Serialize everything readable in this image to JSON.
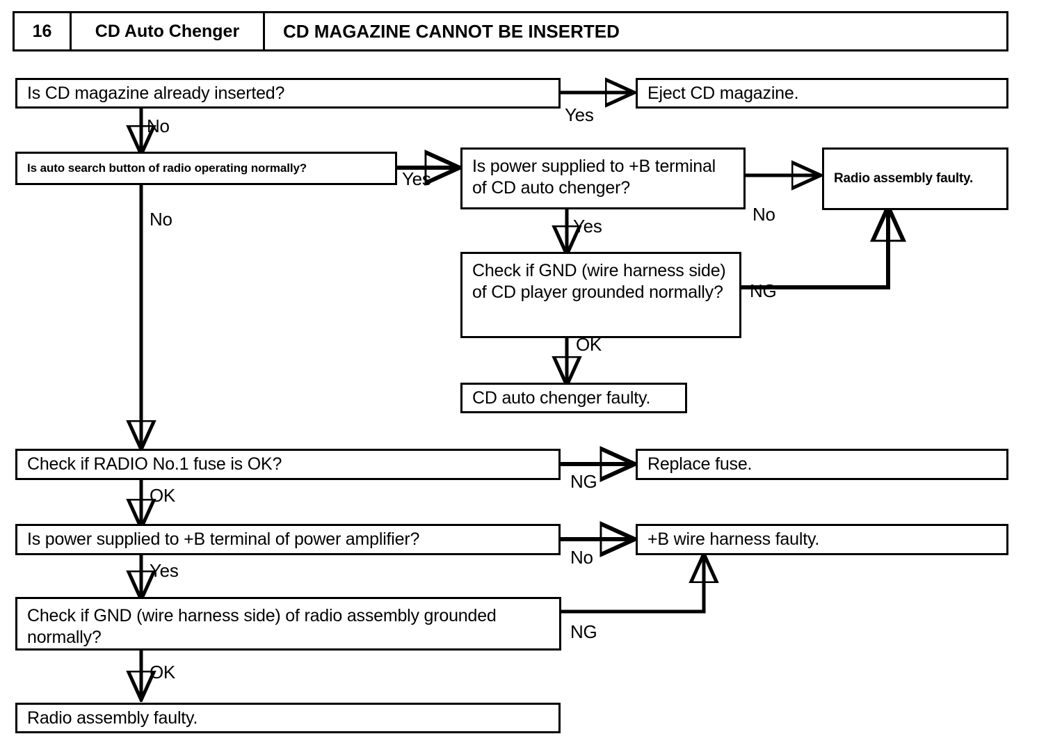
{
  "header": {
    "number": "16",
    "system": "CD Auto Chenger",
    "title": "CD MAGAZINE CANNOT BE INSERTED"
  },
  "nodes": {
    "q1": {
      "text": "Is CD magazine already inserted?"
    },
    "r1": {
      "text": "Eject CD magazine."
    },
    "q2": {
      "text": "Is auto search button of radio operating normally?"
    },
    "q3": {
      "text": "Is power supplied to +B terminal of CD auto chenger?"
    },
    "r2": {
      "text": "Radio assembly faulty."
    },
    "q4": {
      "text": "Check if GND (wire harness side) of CD player grounded normally?"
    },
    "r3": {
      "text": "CD auto chenger faulty."
    },
    "q5": {
      "text": "Check if RADIO No.1 fuse is OK?"
    },
    "r4": {
      "text": "Replace fuse."
    },
    "q6": {
      "text": "Is power supplied to +B terminal of power amplifier?"
    },
    "r5": {
      "text": "+B wire harness faulty."
    },
    "q7": {
      "text": "Check if GND (wire harness side) of radio assembly grounded normally?"
    },
    "r6": {
      "text": "Radio assembly faulty."
    }
  },
  "edges": {
    "q1_yes": {
      "label": "Yes"
    },
    "q1_no": {
      "label": "No"
    },
    "q2_yes": {
      "label": "Yes"
    },
    "q2_no": {
      "label": "No"
    },
    "q3_no": {
      "label": "No"
    },
    "q3_yes": {
      "label": "Yes"
    },
    "q4_ng": {
      "label": "NG"
    },
    "q4_ok": {
      "label": "OK"
    },
    "q5_ng": {
      "label": "NG"
    },
    "q5_ok": {
      "label": "OK"
    },
    "q6_no": {
      "label": "No"
    },
    "q6_yes": {
      "label": "Yes"
    },
    "q7_ng": {
      "label": "NG"
    },
    "q7_ok": {
      "label": "OK"
    }
  },
  "chart_data": {
    "type": "diagram",
    "diagram_kind": "troubleshooting-flowchart",
    "title": "CD MAGAZINE CANNOT BE INSERTED",
    "nodes": [
      {
        "id": "q1",
        "kind": "decision",
        "label": "Is CD magazine already inserted?"
      },
      {
        "id": "r1",
        "kind": "terminal",
        "label": "Eject CD magazine."
      },
      {
        "id": "q2",
        "kind": "decision",
        "label": "Is auto search button of radio operating normally?"
      },
      {
        "id": "q3",
        "kind": "decision",
        "label": "Is power supplied to +B terminal of CD auto chenger?"
      },
      {
        "id": "r2",
        "kind": "terminal",
        "label": "Radio assembly faulty."
      },
      {
        "id": "q4",
        "kind": "decision",
        "label": "Check if GND (wire harness side) of CD player grounded normally?"
      },
      {
        "id": "r3",
        "kind": "terminal",
        "label": "CD auto chenger faulty."
      },
      {
        "id": "q5",
        "kind": "decision",
        "label": "Check if RADIO No.1 fuse is OK?"
      },
      {
        "id": "r4",
        "kind": "terminal",
        "label": "Replace fuse."
      },
      {
        "id": "q6",
        "kind": "decision",
        "label": "Is power supplied to +B terminal of power amplifier?"
      },
      {
        "id": "r5",
        "kind": "terminal",
        "label": "+B wire harness faulty."
      },
      {
        "id": "q7",
        "kind": "decision",
        "label": "Check if GND (wire harness side) of radio assembly grounded normally?"
      },
      {
        "id": "r6",
        "kind": "terminal",
        "label": "Radio assembly faulty."
      }
    ],
    "edges": [
      {
        "from": "q1",
        "to": "r1",
        "label": "Yes"
      },
      {
        "from": "q1",
        "to": "q2",
        "label": "No"
      },
      {
        "from": "q2",
        "to": "q3",
        "label": "Yes"
      },
      {
        "from": "q2",
        "to": "q5",
        "label": "No"
      },
      {
        "from": "q3",
        "to": "r2",
        "label": "No"
      },
      {
        "from": "q3",
        "to": "q4",
        "label": "Yes"
      },
      {
        "from": "q4",
        "to": "r2",
        "label": "NG"
      },
      {
        "from": "q4",
        "to": "r3",
        "label": "OK"
      },
      {
        "from": "q5",
        "to": "r4",
        "label": "NG"
      },
      {
        "from": "q5",
        "to": "q6",
        "label": "OK"
      },
      {
        "from": "q6",
        "to": "r5",
        "label": "No"
      },
      {
        "from": "q6",
        "to": "q7",
        "label": "Yes"
      },
      {
        "from": "q7",
        "to": "r5",
        "label": "NG"
      },
      {
        "from": "q7",
        "to": "r6",
        "label": "OK"
      }
    ]
  }
}
